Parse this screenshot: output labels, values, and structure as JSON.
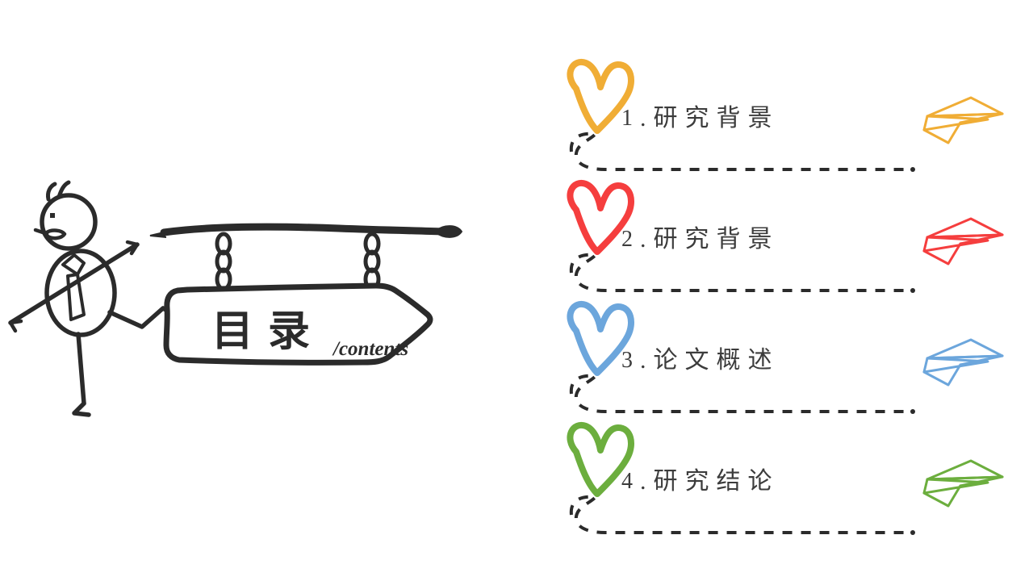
{
  "slide": {
    "background_color": "#ffffff",
    "ink_color": "#2b2b2b"
  },
  "illustration": {
    "sign_title_cn": "目录",
    "sign_title_en": "/contents",
    "figure_name": "stick-figure-person",
    "parts": [
      "pole",
      "chain-left",
      "chain-right",
      "signboard-arrow",
      "stick-figure"
    ]
  },
  "toc": {
    "items": [
      {
        "number": "1",
        "separator": ".",
        "title": "研究背景",
        "color": "#F0AD35",
        "heart": "heart-icon",
        "plane": "paper-plane-icon"
      },
      {
        "number": "2",
        "separator": ".",
        "title": "研究背景",
        "color": "#F53E3E",
        "heart": "heart-icon",
        "plane": "paper-plane-icon"
      },
      {
        "number": "3",
        "separator": ".",
        "title": "论文概述",
        "color": "#6CA6DC",
        "heart": "heart-icon",
        "plane": "paper-plane-icon"
      },
      {
        "number": "4",
        "separator": ".",
        "title": "研究结论",
        "color": "#6CAE3E",
        "heart": "heart-icon",
        "plane": "paper-plane-icon"
      }
    ],
    "dash_color": "#2b2b2b"
  }
}
